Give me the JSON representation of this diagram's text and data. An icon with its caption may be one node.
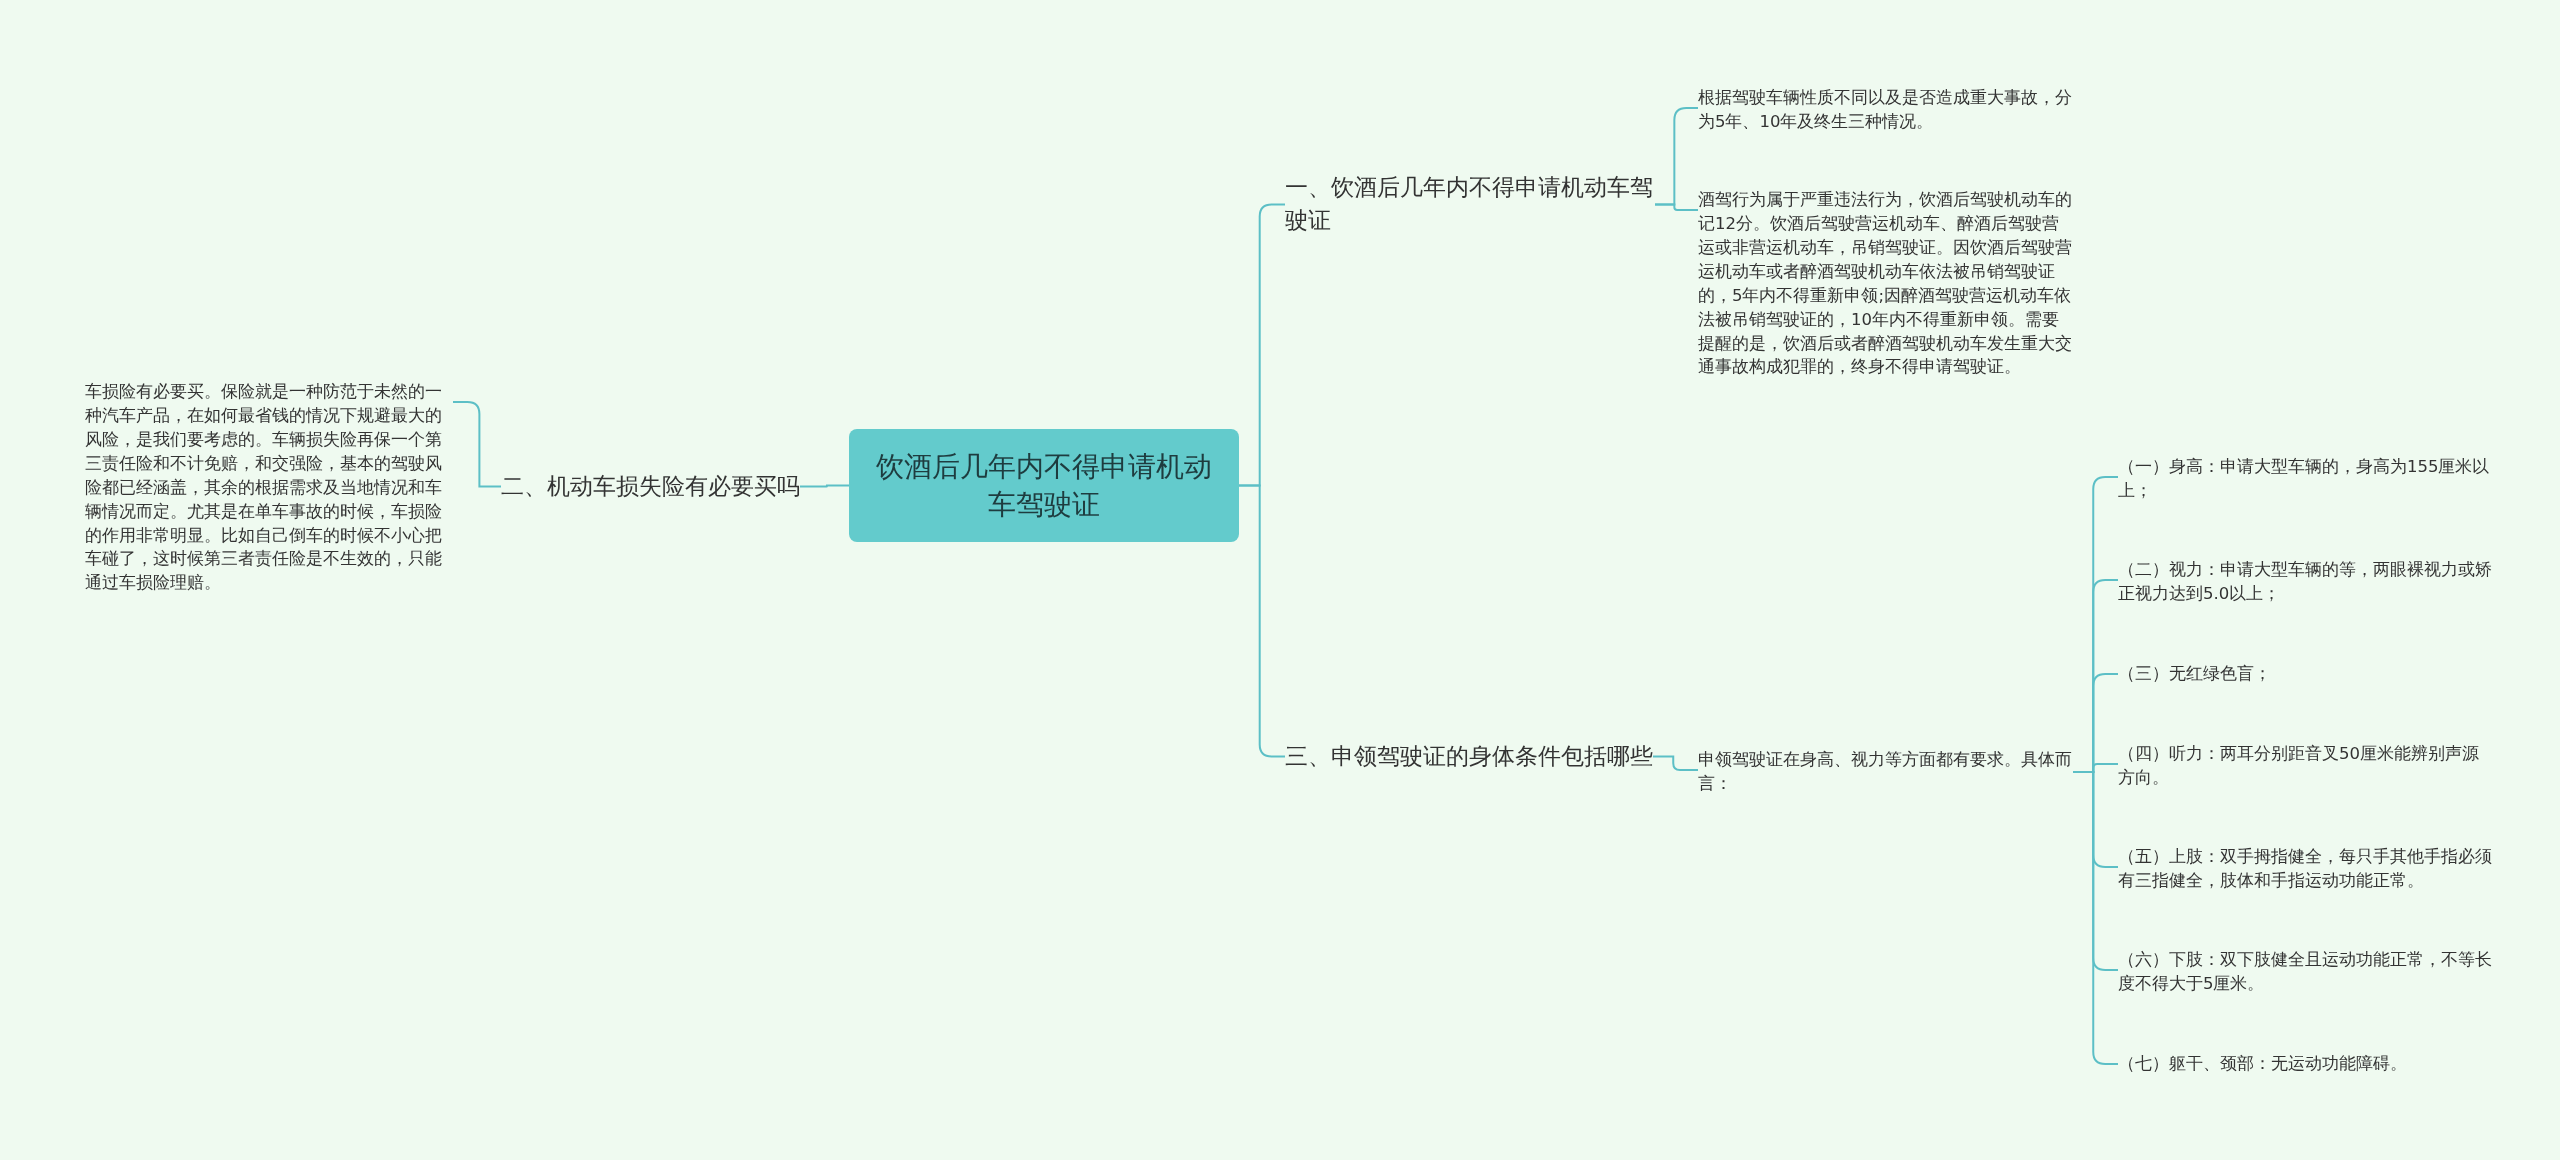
{
  "diagram": {
    "nodes": [
      {
        "text": [
          "饮酒后几年内不得申请机动车驾驶证"
        ]
      },
      {
        "text": [
          "一、饮酒后几年内不得申请机动车驾驶证"
        ]
      },
      {
        "text": [
          "根据驾驶车辆性质不同以及是否造成重大事故，分为5年、10年及终生三种情况。"
        ]
      },
      {
        "text": [
          "酒驾行为属于严重违法行为，饮酒后驾驶机动车的记12分。饮酒后驾驶营运机动车、醉酒后驾驶营运或非营运机动车，吊销驾驶证。因饮酒后驾驶营运机动车或者醉酒驾驶机动车依法被吊销驾驶证的，5年内不得重新申领;因醉酒驾驶营运机动车依法被吊销驾驶证的，10年内不得重新申领。需要提醒的是，饮酒后或者醉酒驾驶机动车发生重大交通事故构成犯罪的，终身不得申请驾驶证。"
        ]
      },
      {
        "text": [
          "二、机动车损失险有必要买吗"
        ]
      },
      {
        "text": [
          "车损险有必要买。保险就是一种防范于未然的一种汽车产品，在如何最省钱的情况下规避最大的风险，是我们要考虑的。车辆损失险再保一个第三责任险和不计免赔，和交强险，基本的驾驶风险都已经涵盖，其余的根据需求及当地情况和车辆情况而定。尤其是在单车事故的时候，车损险的作用非常明显。比如自己倒车的时候不小心把车碰了，这时候第三者责任险是不生效的，只能通过车损险理赔。"
        ]
      },
      {
        "text": [
          "三、申领驾驶证的身体条件包括哪些"
        ]
      },
      {
        "text": [
          "申领驾驶证在身高、视力等方面都有要求。具体而言："
        ]
      },
      {
        "text": [
          "（一）身高：申请大型车辆的，身高为155厘米以上；"
        ]
      },
      {
        "text": [
          "（二）视力：申请大型车辆的等，两眼裸视力或矫正视力达到5.0以上；"
        ]
      },
      {
        "text": [
          "（三）无红绿色盲；"
        ]
      },
      {
        "text": [
          "（四）听力：两耳分别距音叉50厘米能辨别声源方向。"
        ]
      },
      {
        "text": [
          "（五）上肢：双手拇指健全，每只手其他手指必须有三指健全，肢体和手指运动功能正常。"
        ]
      },
      {
        "text": [
          "（六）下肢：双下肢健全且运动功能正常，不等长度不得大于5厘米。"
        ]
      },
      {
        "text": [
          "（七）躯干、颈部：无运动功能障碍。"
        ]
      }
    ],
    "edges": [
      {
        "from": 0,
        "to": 1,
        "arrow": "none"
      },
      {
        "from": 1,
        "to": 2,
        "arrow": "none"
      },
      {
        "from": 1,
        "to": 3,
        "arrow": "none"
      },
      {
        "from": 0,
        "to": 4,
        "arrow": "none"
      },
      {
        "from": 4,
        "to": 5,
        "arrow": "none"
      },
      {
        "from": 0,
        "to": 6,
        "arrow": "none"
      },
      {
        "from": 6,
        "to": 7,
        "arrow": "none"
      },
      {
        "from": 7,
        "to": 8,
        "arrow": "none"
      },
      {
        "from": 7,
        "to": 9,
        "arrow": "none"
      },
      {
        "from": 7,
        "to": 10,
        "arrow": "none"
      },
      {
        "from": 7,
        "to": 11,
        "arrow": "none"
      },
      {
        "from": 7,
        "to": 12,
        "arrow": "none"
      },
      {
        "from": 7,
        "to": 13,
        "arrow": "none"
      },
      {
        "from": 7,
        "to": 14,
        "arrow": "none"
      }
    ]
  }
}
